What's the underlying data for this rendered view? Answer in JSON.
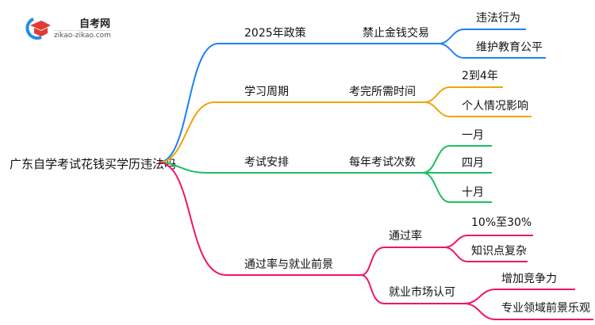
{
  "logo": {
    "name": "自考网",
    "url": "zikao-zikao.com"
  },
  "root": "广东自学考试花钱买学历违法吗",
  "colors": {
    "blue": "#1e80f5",
    "orange": "#f0a40a",
    "green": "#1cc05e",
    "pink": "#f0156c"
  },
  "branches": [
    {
      "label": "2025年政策",
      "sub": "禁止金钱交易",
      "children": [
        "违法行为",
        "维护教育公平"
      ]
    },
    {
      "label": "学习周期",
      "sub": "考完所需时间",
      "children": [
        "2到4年",
        "个人情况影响"
      ]
    },
    {
      "label": "考试安排",
      "sub": "每年考试次数",
      "children": [
        "一月",
        "四月",
        "十月"
      ]
    },
    {
      "label": "通过率与就业前景",
      "subs": [
        {
          "label": "通过率",
          "children": [
            "10%至30%",
            "知识点复杂"
          ]
        },
        {
          "label": "就业市场认可",
          "children": [
            "增加竞争力",
            "专业领域前景乐观"
          ]
        }
      ]
    }
  ]
}
